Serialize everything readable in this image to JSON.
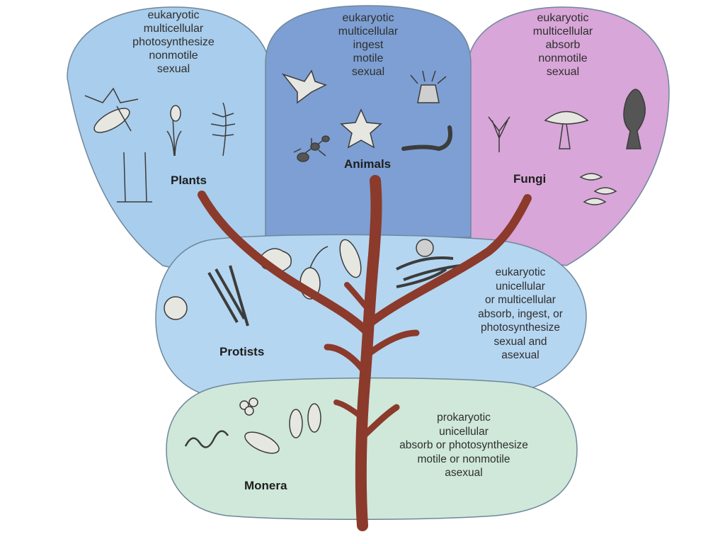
{
  "kingdoms": {
    "plants": {
      "name": "Plants",
      "fill": "#a9cdec",
      "traits": [
        "eukaryotic",
        "multicellular",
        "photosynthesize",
        "nonmotile",
        "sexual"
      ]
    },
    "animals": {
      "name": "Animals",
      "fill": "#7d9fd3",
      "traits": [
        "eukaryotic",
        "multicellular",
        "ingest",
        "motile",
        "sexual"
      ]
    },
    "fungi": {
      "name": "Fungi",
      "fill": "#d8a6d8",
      "traits": [
        "eukaryotic",
        "multicellular",
        "absorb",
        "nonmotile",
        "sexual"
      ]
    },
    "protists": {
      "name": "Protists",
      "fill": "#b5d6f1",
      "traits": [
        "eukaryotic",
        "unicellular",
        "or multicellular",
        "absorb, ingest, or",
        "photosynthesize",
        "sexual and",
        "asexual"
      ]
    },
    "monera": {
      "name": "Monera",
      "fill": "#cfe8d9",
      "traits": [
        "prokaryotic",
        "unicellular",
        "absorb or photosynthesize",
        "motile or nonmotile",
        "asexual"
      ]
    }
  },
  "colors": {
    "trunk": "#8b3a2b",
    "outline": "#6f879b",
    "organism": "#e7e7e2",
    "organism_stroke": "#3c3c3c"
  }
}
